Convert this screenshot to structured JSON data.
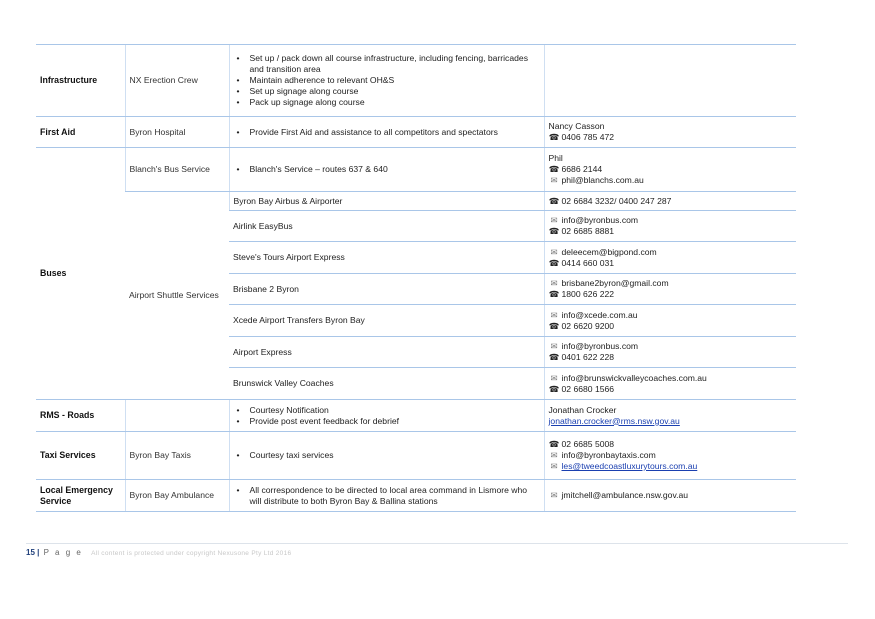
{
  "rows": {
    "infrastructure": {
      "category": "Infrastructure",
      "org": "NX Erection Crew",
      "duties": [
        "Set up / pack down all course infrastructure, including fencing, barricades and transition area",
        "Maintain adherence to relevant OH&S",
        "Set up signage along course",
        "Pack up signage along course"
      ]
    },
    "first_aid": {
      "category": "First Aid",
      "org": "Byron Hospital",
      "duties": [
        "Provide First Aid and assistance to all competitors and spectators"
      ],
      "contact_name": "Nancy Casson",
      "phone": "0406 785 472"
    },
    "buses": {
      "category": "Buses",
      "blanchs": {
        "org": "Blanch's Bus Service",
        "duties": [
          "Blanch's Service – routes 637 & 640"
        ],
        "contact_name": "Phil",
        "phone": "6686 2144",
        "email": "phil@blanchs.com.au"
      },
      "shuttle_org": "Airport Shuttle Services",
      "providers": [
        {
          "name": "Byron Bay Airbus & Airporter",
          "phone": "02 6684 3232/ 0400 247 287"
        },
        {
          "name": "Airlink EasyBus",
          "email": "info@byronbus.com",
          "phone": "02 6685 8881"
        },
        {
          "name": "Steve's Tours Airport Express",
          "email": "deleecem@bigpond.com",
          "phone": "0414 660 031"
        },
        {
          "name": "Brisbane 2 Byron",
          "email": "brisbane2byron@gmail.com",
          "phone": "1800 626 222"
        },
        {
          "name": "Xcede Airport Transfers Byron Bay",
          "email": "info@xcede.com.au",
          "phone": "02 6620 9200"
        },
        {
          "name": "Airport Express",
          "email": "info@byronbus.com",
          "phone": "0401 622 228"
        },
        {
          "name": "Brunswick Valley Coaches",
          "email": "info@brunswickvalleycoaches.com.au",
          "phone": "02 6680 1566"
        }
      ]
    },
    "rms": {
      "category": "RMS - Roads",
      "duties": [
        "Courtesy Notification",
        "Provide post event feedback for debrief"
      ],
      "contact_name": "Jonathan Crocker",
      "email": "jonathan.crocker@rms.nsw.gov.au"
    },
    "taxi": {
      "category": "Taxi Services",
      "org": "Byron Bay Taxis",
      "duties": [
        "Courtesy taxi services"
      ],
      "phone": "02 6685 5008",
      "email1": "info@byronbaytaxis.com",
      "email2": "les@tweedcoastluxurytours.com.au"
    },
    "emergency": {
      "category": "Local Emergency Service",
      "org": "Byron Bay Ambulance",
      "duties": [
        "All correspondence to be directed to local area command in Lismore who will distribute to both Byron Bay & Ballina stations"
      ],
      "email": "jmitchell@ambulance.nsw.gov.au"
    }
  },
  "icons": {
    "phone": "phone-icon",
    "email": "envelope-icon"
  },
  "footer": {
    "page_number": "15",
    "separator": "|",
    "page_word": "P a g e",
    "copyright": "All content is protected under copyright Nexusone Pty Ltd 2016"
  }
}
